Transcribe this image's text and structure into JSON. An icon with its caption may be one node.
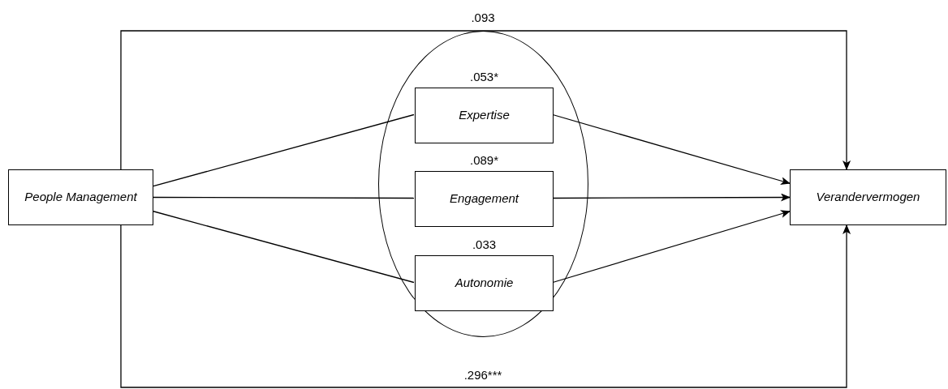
{
  "diagram": {
    "nodes": [
      {
        "text": [
          "People Management"
        ]
      },
      {
        "text": [],
        "shape": "ellipse"
      },
      {
        "text": [
          "Expertise"
        ],
        "in": 1,
        "beside": [
          ".053*"
        ]
      },
      {
        "text": [
          "Engagement"
        ],
        "in": 1,
        "beside": [
          ".089*"
        ]
      },
      {
        "text": [
          "Autonomie"
        ],
        "in": 1,
        "beside": [
          ".033"
        ]
      },
      {
        "text": [
          "Verandervermogen"
        ]
      }
    ],
    "edges": [
      {
        "from": 0,
        "to": 2,
        "arrow": "none"
      },
      {
        "from": 0,
        "to": 3,
        "arrow": "none"
      },
      {
        "from": 0,
        "to": 4,
        "arrow": "none"
      },
      {
        "from": 2,
        "to": 5,
        "arrow": "to"
      },
      {
        "from": 3,
        "to": 5,
        "arrow": "to"
      },
      {
        "from": 4,
        "to": 5,
        "arrow": "to"
      },
      {
        "from": 0,
        "to": 5,
        "arrow": "to",
        "label": ".093"
      },
      {
        "from": 0,
        "to": 5,
        "arrow": "to",
        "label": ".296***"
      }
    ]
  }
}
